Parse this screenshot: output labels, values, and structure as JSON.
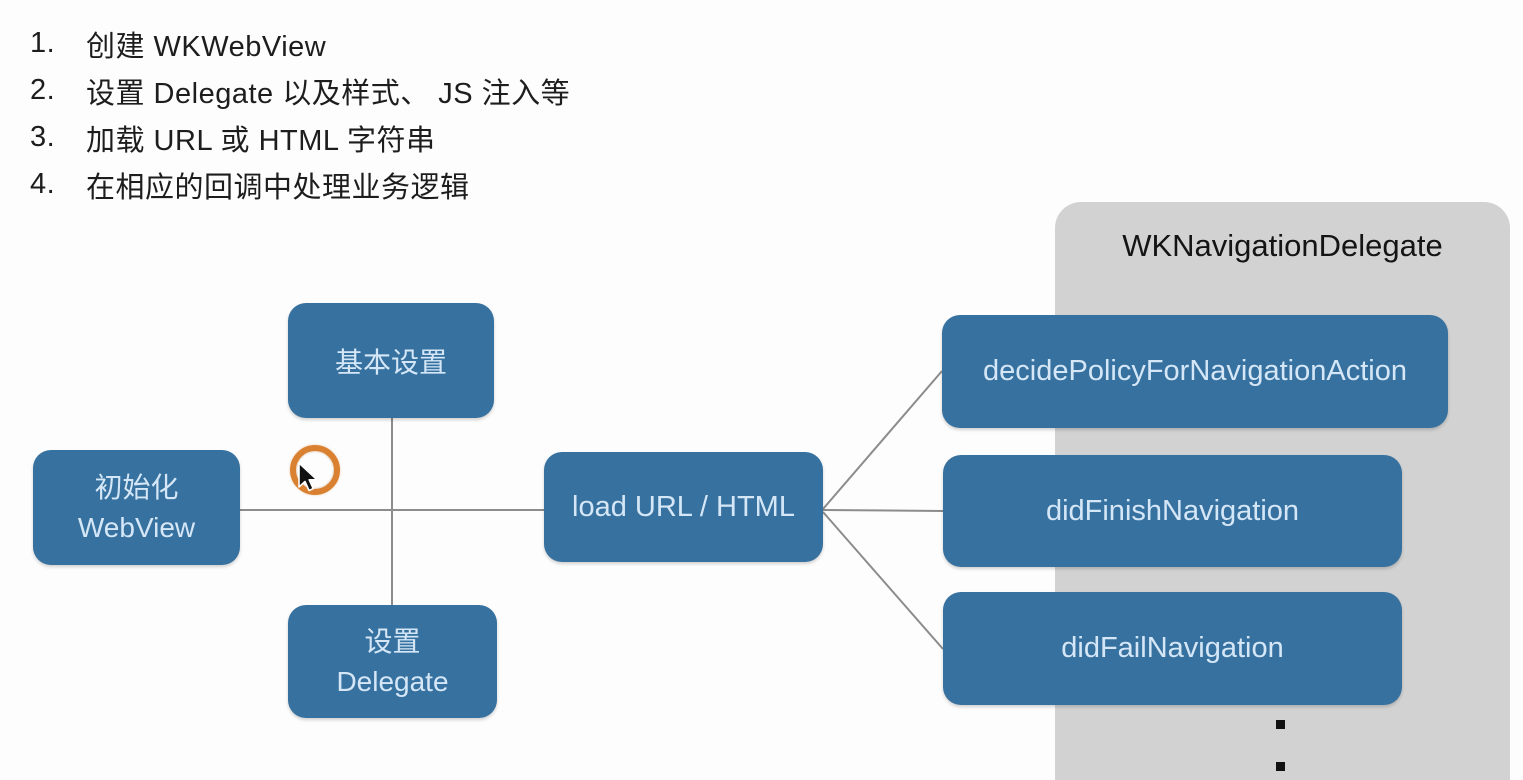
{
  "steps": {
    "items": [
      {
        "num": "1.",
        "text": "创建 WKWebView"
      },
      {
        "num": "2.",
        "text": "设置 Delegate 以及样式、 JS 注入等"
      },
      {
        "num": "3.",
        "text": "加载 URL 或 HTML 字符串"
      },
      {
        "num": "4.",
        "text": "在相应的回调中处理业务逻辑"
      }
    ]
  },
  "diagram": {
    "panel": {
      "title": "WKNavigationDelegate"
    },
    "nodes": {
      "basic_setup": {
        "label": "基本设置"
      },
      "init_webview": {
        "line1": "初始化",
        "line2": "WebView"
      },
      "set_delegate": {
        "line1": "设置",
        "line2": "Delegate"
      },
      "load_url": {
        "label": "load URL / HTML"
      },
      "decide_policy": {
        "label": "decidePolicyForNavigationAction"
      },
      "did_finish": {
        "label": "didFinishNavigation"
      },
      "did_fail": {
        "label": "didFailNavigation"
      }
    },
    "icons": {
      "cursor": "mouse-cursor-icon",
      "click_ring": "click-highlight-ring"
    },
    "colors": {
      "node_blue": "#36719f",
      "node_text": "#d5e7f7",
      "panel_gray": "#d2d2d2",
      "panel_title_text": "#141414",
      "connector_gray": "#8c8c8c",
      "ring_orange": "#d98130",
      "list_text": "#1d1d1d"
    }
  }
}
